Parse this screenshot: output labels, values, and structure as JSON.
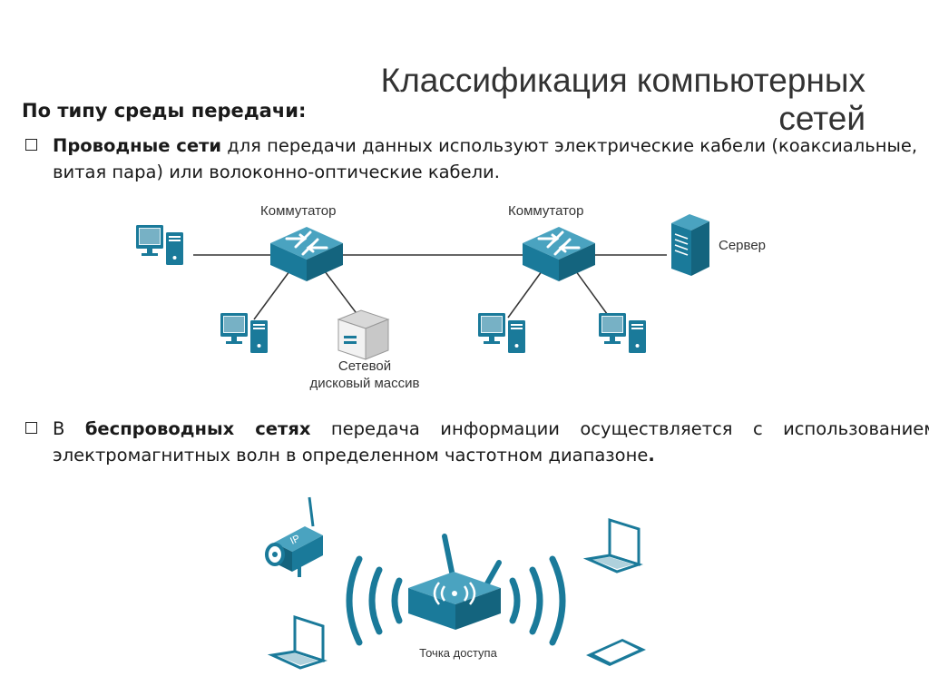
{
  "title": {
    "line1": "Классификация компьютерных",
    "line2": "сетей"
  },
  "subtitle": "По типу среды передачи:",
  "bullets": {
    "wired": {
      "bold": "Проводные сети",
      "rest": " для передачи данных используют электрические кабели (коаксиальные, витая пара) или волоконно-оптические кабели."
    },
    "wireless": {
      "prefix": "В ",
      "bold": "беспроводных сетях",
      "rest": " передача информации осуществляется с использованием электромагнитных волн в определенном частотном диапазоне",
      "end": "."
    }
  },
  "wired_diagram": {
    "switch1_label": "Коммутатор",
    "switch2_label": "Коммутатор",
    "server_label": "Сервер",
    "storage_label_line1": "Сетевой",
    "storage_label_line2": "дисковый массив"
  },
  "wireless_diagram": {
    "ap_label": "Точка доступа",
    "camera_tag": "IP"
  },
  "colors": {
    "accent": "#1a7a9a",
    "line": "#333333"
  }
}
